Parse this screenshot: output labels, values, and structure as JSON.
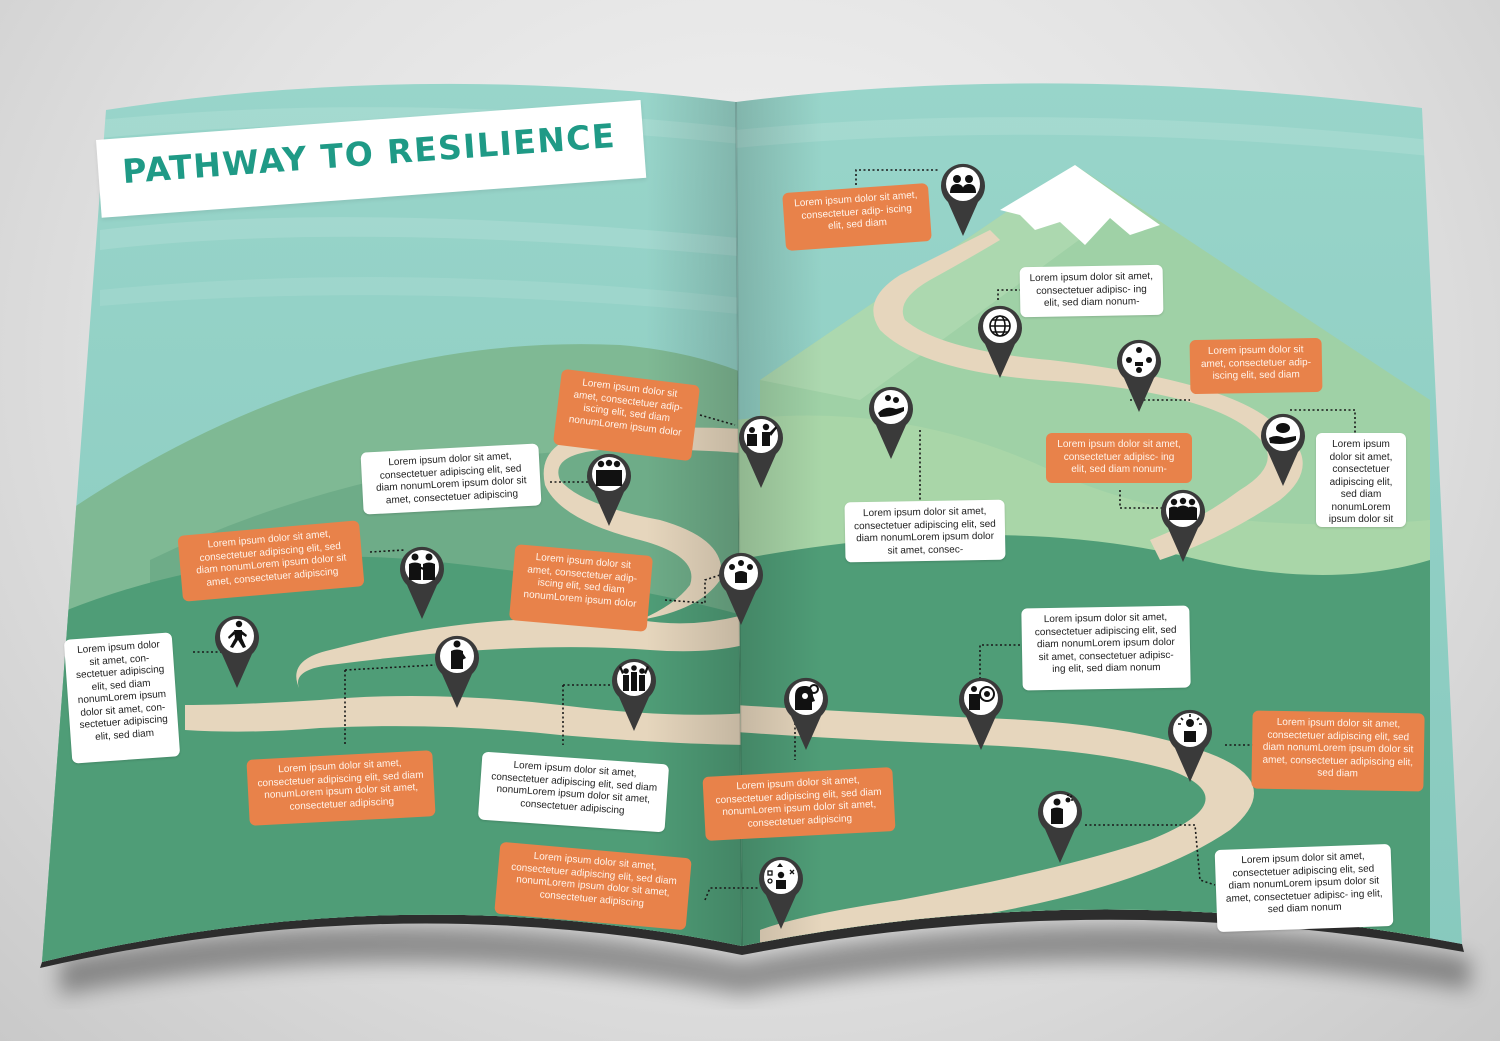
{
  "title": "PATHWAY TO RESILIENCE",
  "colors": {
    "sky": "#8fcfc4",
    "hill_dark": "#4f9d77",
    "hill_mid": "#6fb087",
    "hill_light": "#a9d6a8",
    "path": "#e6d6bd",
    "orange": "#e8824a",
    "white": "#ffffff",
    "marker": "#3a3a3a",
    "title_teal": "#1f9a86"
  },
  "callouts": [
    {
      "style": "orange",
      "text": "Lorem ipsum dolor sit amet, consectetuer adip- iscing elit, sed diam"
    },
    {
      "style": "white",
      "text": "Lorem ipsum dolor sit amet, consectetuer adipisc- ing elit, sed diam nonum-"
    },
    {
      "style": "orange",
      "text": "Lorem ipsum dolor sit amet, consectetuer adip- iscing elit, sed diam"
    },
    {
      "style": "orange",
      "text": "Lorem ipsum dolor sit amet, consectetuer adipisc- ing elit, sed diam nonum-"
    },
    {
      "style": "white",
      "text": "Lorem ipsum dolor sit amet, consectetuer adipiscing elit, sed diam nonumLorem ipsum dolor sit amet, consec-"
    },
    {
      "style": "white",
      "text": "Lorem ipsum dolor sit amet, consectetuer adipiscing elit, sed diam nonumLorem ipsum dolor sit"
    },
    {
      "style": "orange",
      "text": "Lorem ipsum dolor sit amet, consectetuer adip- iscing elit, sed diam nonumLorem ipsum dolor"
    },
    {
      "style": "white",
      "text": "Lorem ipsum dolor sit amet, consectetuer adipiscing elit, sed diam nonumLorem ipsum dolor sit amet, consectetuer adipiscing"
    },
    {
      "style": "orange",
      "text": "Lorem ipsum dolor sit amet, consectetuer adipiscing elit, sed diam nonumLorem ipsum dolor sit amet, consectetuer adipiscing"
    },
    {
      "style": "orange",
      "text": "Lorem ipsum dolor sit amet, consectetuer adip- iscing elit, sed diam nonumLorem ipsum dolor"
    },
    {
      "style": "white",
      "text": "Lorem ipsum dolor sit amet, consectetuer adipiscing elit, sed diam nonumLorem ipsum dolor sit amet, consectetuer adipisc- ing elit, sed diam nonum"
    },
    {
      "style": "white",
      "text": "Lorem ipsum dolor sit amet, con- sectetuer adipiscing elit, sed diam nonumLorem ipsum dolor sit amet, con- sectetuer adipiscing elit, sed diam"
    },
    {
      "style": "orange",
      "text": "Lorem ipsum dolor sit amet, consectetuer adipiscing elit, sed diam nonumLorem ipsum dolor sit amet, consectetuer adipiscing"
    },
    {
      "style": "white",
      "text": "Lorem ipsum dolor sit amet, consectetuer adipiscing elit, sed diam nonumLorem ipsum dolor sit amet, consectetuer adipiscing"
    },
    {
      "style": "orange",
      "text": "Lorem ipsum dolor sit amet, consectetuer adipiscing elit, sed diam nonumLorem ipsum dolor sit amet, consectetuer adipiscing"
    },
    {
      "style": "orange",
      "text": "Lorem ipsum dolor sit amet, consectetuer adipiscing elit, sed diam nonumLorem ipsum dolor sit amet, consectetuer adipiscing elit, sed diam"
    },
    {
      "style": "white",
      "text": "Lorem ipsum dolor sit amet, consectetuer adipiscing elit, sed diam nonumLorem ipsum dolor sit amet, consectetuer adipisc- ing elit, sed diam nonum"
    },
    {
      "style": "orange",
      "text": "Lorem ipsum dolor sit amet, consectetuer adipiscing elit, sed diam nonumLorem ipsum dolor sit amet, consectetuer adipiscing"
    }
  ],
  "markers": [
    {
      "icon": "group-of-people-icon"
    },
    {
      "icon": "globe-network-icon"
    },
    {
      "icon": "network-connections-icon"
    },
    {
      "icon": "hand-giving-icon"
    },
    {
      "icon": "teamwork-group-icon"
    },
    {
      "icon": "helping-hand-icon"
    },
    {
      "icon": "presenter-pointing-icon"
    },
    {
      "icon": "team-huddle-icon"
    },
    {
      "icon": "people-discussion-icon"
    },
    {
      "icon": "friends-embrace-icon"
    },
    {
      "icon": "walking-person-icon"
    },
    {
      "icon": "thinking-person-icon"
    },
    {
      "icon": "celebrating-team-icon"
    },
    {
      "icon": "head-with-gears-icon"
    },
    {
      "icon": "target-goal-icon"
    },
    {
      "icon": "idea-lightbulb-icon"
    },
    {
      "icon": "problem-solving-icon"
    },
    {
      "icon": "strategy-symbols-icon"
    }
  ]
}
